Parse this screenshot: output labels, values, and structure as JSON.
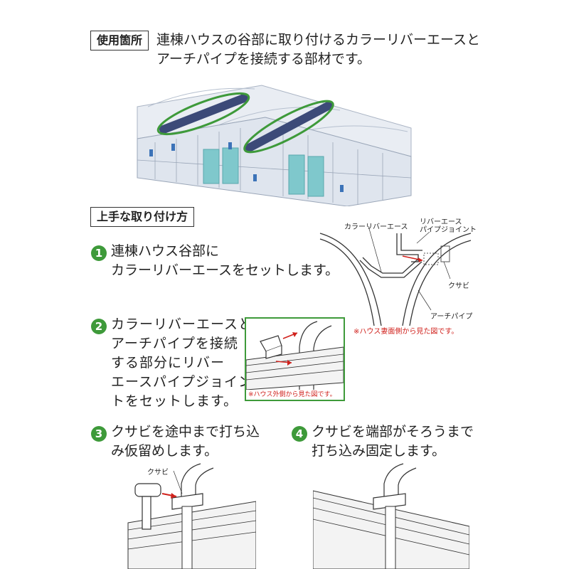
{
  "usage": {
    "label": "使用箇所",
    "line1": "連棟ハウスの谷部に取り付けるカラーリバーエースと",
    "line2": "アーチパイプを接続する部材です。"
  },
  "howto": {
    "label": "上手な取り付け方"
  },
  "steps": [
    {
      "num": "1",
      "lines": [
        "連棟ハウス谷部に",
        "カラーリバーエースをセットします。"
      ]
    },
    {
      "num": "2",
      "lines": [
        "カラーリバーエースと",
        "アーチパイプを接続",
        "する部分にリバー",
        "エースパイプジョイン",
        "トをセットします。"
      ]
    },
    {
      "num": "3",
      "lines": [
        "クサビを途中まで打ち込",
        "み仮留めします。"
      ]
    },
    {
      "num": "4",
      "lines": [
        "クサビを端部がそろうまで",
        "打ち込み固定します。"
      ]
    }
  ],
  "diagram1": {
    "label_gutter": "カラーリバーエース",
    "label_joint_1": "リバーエース",
    "label_joint_2": "パイプジョイント",
    "label_wedge": "クサビ",
    "label_pipe": "アーチパイプ",
    "note": "※ハウス妻面側から見た図です。"
  },
  "diagram2": {
    "note": "※ハウス外側から見た図です。"
  },
  "diagram3": {
    "label_wedge": "クサビ"
  },
  "colors": {
    "accent_green": "#3e9a3a",
    "note_red": "#d0211c",
    "pipe_navy": "#3c4a78"
  }
}
